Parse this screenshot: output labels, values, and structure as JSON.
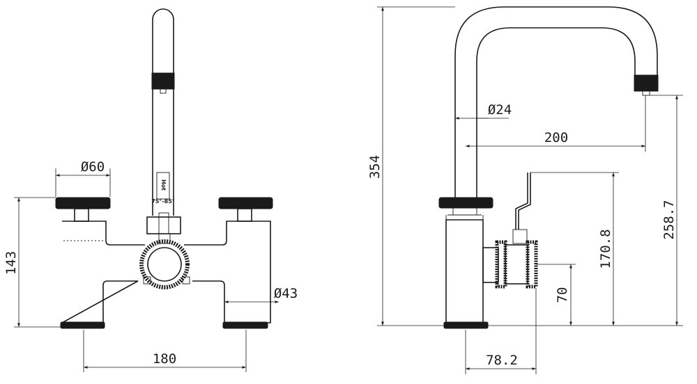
{
  "dimensions": {
    "handle_diameter": "Ø60",
    "body_height": "143",
    "outlet_diameter": "Ø43",
    "centres": "180",
    "spout_diameter": "Ø24",
    "spout_reach": "200",
    "total_height": "354",
    "handle_height": "170.8",
    "spout_height": "258.7",
    "outlet_height": "70",
    "body_depth": "78.2"
  },
  "labels": {
    "hot_mark": "Hot",
    "temp_range": "75°-85°"
  }
}
